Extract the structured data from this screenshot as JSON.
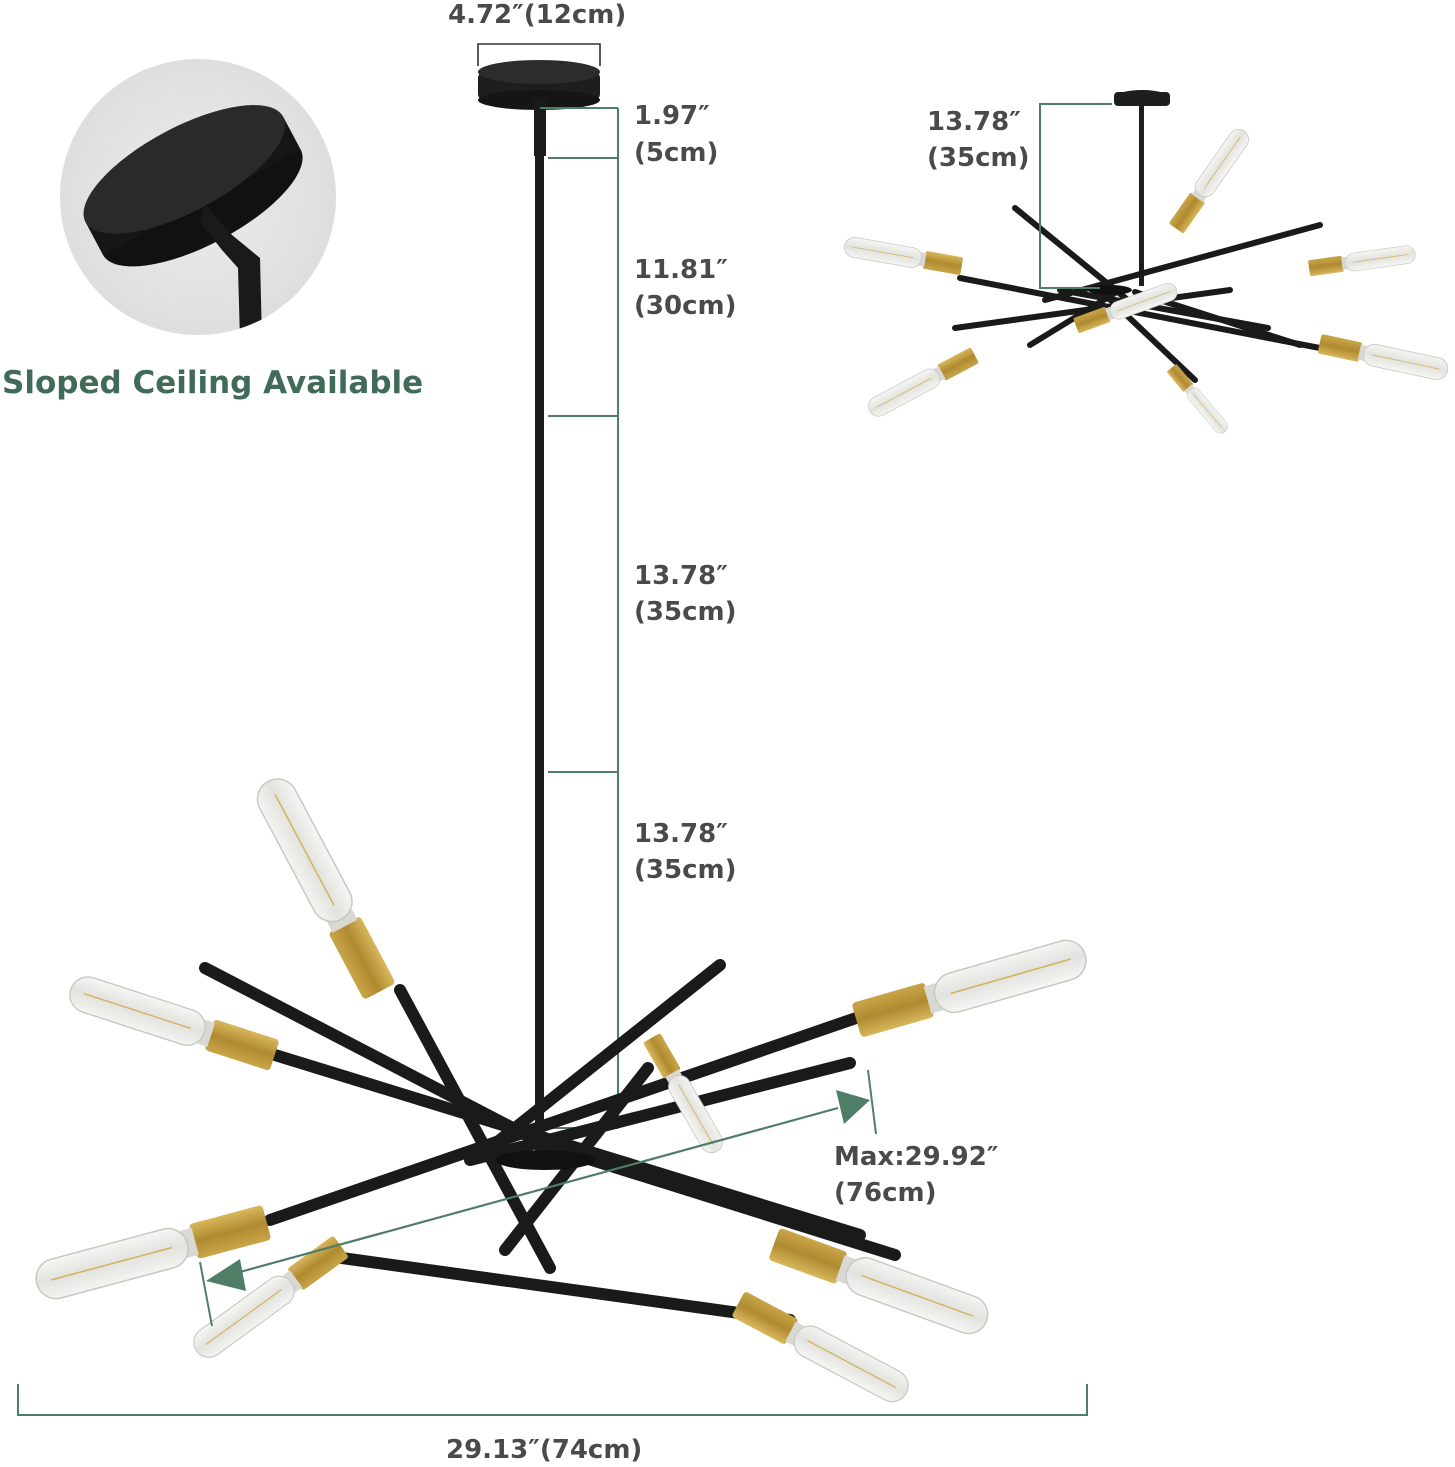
{
  "colors": {
    "accent": "#4e7d68",
    "fixture_black": "#1c1c1c",
    "brass": "#b8953a",
    "dim_text": "#4a4a4a",
    "callout_text": "#3f6b58"
  },
  "callout": "Sloped Ceiling Available",
  "dimensions": {
    "canopy_width": "4.72″(12cm)",
    "canopy_height": {
      "in": "1.97″",
      "cm": "(5cm)"
    },
    "rod_1": {
      "in": "11.81″",
      "cm": "(30cm)"
    },
    "rod_2": {
      "in": "13.78″",
      "cm": "(35cm)"
    },
    "rod_3": {
      "in": "13.78″",
      "cm": "(35cm)"
    },
    "max_span": {
      "in": "Max:29.92″",
      "cm": "(76cm)"
    },
    "total_width": "29.13″(74cm)",
    "alt_config_height": {
      "in": "13.78″",
      "cm": "(35cm)"
    }
  },
  "icons": [
    "ceiling-canopy-icon",
    "sloped-ceiling-detail-icon",
    "chandelier-icon",
    "bulb-icon",
    "arrow-left-icon",
    "arrow-right-icon"
  ]
}
